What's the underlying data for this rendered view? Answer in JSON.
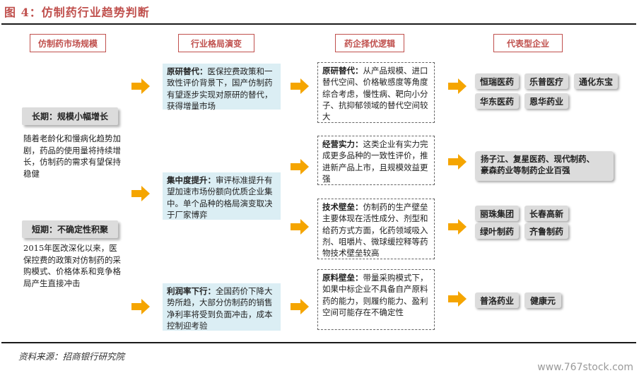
{
  "figure": {
    "title": "图 4：仿制药行业趋势判断",
    "source": "资料来源：招商银行研究院",
    "watermark": "www.767stock.com"
  },
  "headers": {
    "col1": "仿制药市场规模",
    "col2": "行业格局演变",
    "col3": "药企择优逻辑",
    "col4": "代表型企业"
  },
  "market": {
    "long_term_label": "长期：规模小幅增长",
    "long_term_text": "随着老龄化和慢病化趋势加剧，药品的使用量将持续增长，仿制药的需求有望保持稳健",
    "short_term_label": "短期：不确定性积聚",
    "short_term_text": "2015年医改深化以来，医保控费的政策对仿制药的采购模式、价格体系和竞争格局产生直接冲击"
  },
  "evolution": [
    {
      "bold": "原研替代：",
      "text": "医保控费政策和一致性评价背景下，国产仿制药有望逐步实现对原研的替代，获得增量市场"
    },
    {
      "bold": "集中度提升：",
      "text": "审评标准提升有望加速市场份额向优质企业集中。单个品种的格局演变取决于厂家博弈"
    },
    {
      "bold": "利润率下行：",
      "text": "全国药价下降大势所趋，大部分仿制药的销售净利率将受到负面冲击，成本控制迎考验"
    }
  ],
  "logic": [
    {
      "bold": "原研替代：",
      "text": "从产品规模、进口替代空间、价格敏感度等角度综合考虑，慢性病、靶向小分子、抗抑郁领域的替代空间较大"
    },
    {
      "bold": "经营实力：",
      "text": "这类企业有实力完成更多品种的一致性评价，推进新产品上市，且规模效益更强"
    },
    {
      "bold": "技术壁垒：",
      "text": "仿制药的生产壁垒主要体现在活性成分、剂型和给药方式方面，化药领域吸入剂、咀嚼片、微球缓控释等药物技术壁垒较高"
    },
    {
      "bold": "原料壁垒：",
      "text": "带量采购模式下，如果中标企业不具备自产原料药的能力，则履约能力、盈利空间可能存在不确定性"
    }
  ],
  "companies": {
    "group1": [
      "恒瑞医药",
      "乐普医疗",
      "通化东宝",
      "华东医药",
      "恩华药业"
    ],
    "group2_line1": "扬子江、复星医药、现代制药、",
    "group2_line2": "豪森药业等制药企业百强",
    "group3": [
      "丽珠集团",
      "长春高新",
      "绿叶制药",
      "齐鲁制药"
    ],
    "group4": [
      "普洛药业",
      "健康元"
    ]
  },
  "colors": {
    "accent_red": "#c0504d",
    "arrow_orange": "#f5a500",
    "box_blue": "#dbeef4",
    "chip_grey": "#dcdcdc"
  }
}
